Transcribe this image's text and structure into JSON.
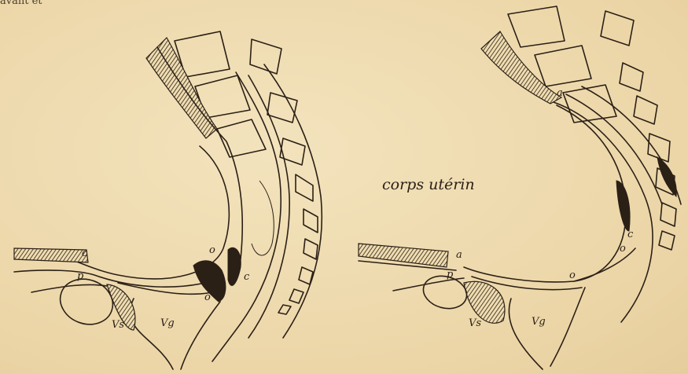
{
  "figure": {
    "top_text_fragment": "avant et",
    "caption": "corps utérin"
  },
  "left_diagram": {
    "labels": {
      "c": "c",
      "p": "p",
      "o_upper": "o",
      "o_lower": "o",
      "c_lower": "c",
      "vs": "Vs",
      "vg": "Vg"
    }
  },
  "right_diagram": {
    "labels": {
      "a_upper": "a",
      "a": "a",
      "p": "p",
      "c": "c",
      "o": "o",
      "o2": "o",
      "vs": "Vs",
      "vg": "Vg"
    }
  }
}
